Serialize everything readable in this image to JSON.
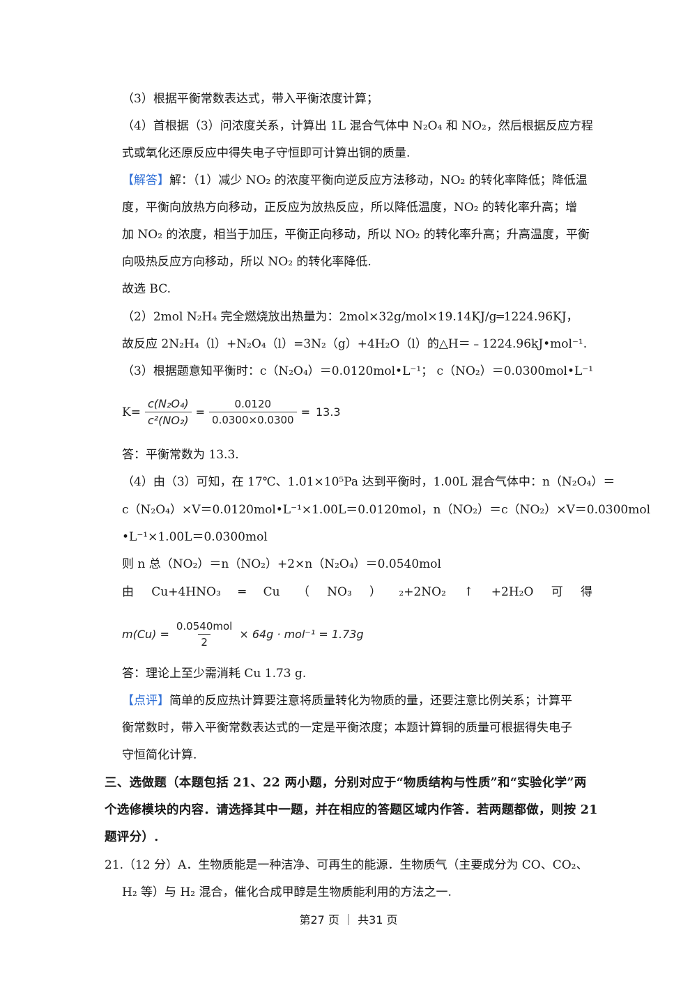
{
  "lines": {
    "l1": "（3）根据平衡常数表达式，带入平衡浓度计算；",
    "l2": "（4）首根据（3）问浓度关系，计算出 1L 混合气体中 N₂O₄ 和 NO₂，然后根据反应方程",
    "l3": "式或氧化还原反应中得失电子守恒即可计算出铜的质量.",
    "l4_tag": "【解答】",
    "l4": "解：（1）减少 NO₂ 的浓度平衡向逆反应方法移动，NO₂ 的转化率降低；降低温",
    "l5": "度，平衡向放热方向移动，正反应为放热反应，所以降低温度，NO₂ 的转化率升高；增",
    "l6": "加 NO₂ 的浓度，相当于加压，平衡正向移动，所以 NO₂ 的转化率升高；升高温度，平衡",
    "l7": "向吸热反应方向移动，所以 NO₂ 的转化率降低.",
    "l8": "故选 BC.",
    "l9": "（2）2mol N₂H₄ 完全燃烧放出热量为：2mol×32g/mol×19.14KJ/g═1224.96KJ，",
    "l10": "故反应 2N₂H₄（l）+N₂O₄（l）=3N₂（g）+4H₂O（l）的△H＝﹣1224.96kJ•mol⁻¹.",
    "l11": "（3）根据题意知平衡时：c（N₂O₄）＝0.0120mol•L⁻¹；  c（NO₂）＝0.0300mol•L⁻¹",
    "l12": "答：平衡常数为 13.3.",
    "l13": "（4）由（3）可知，在 17℃、1.01×10⁵Pa 达到平衡时，1.00L 混合气体中：n（N₂O₄）＝",
    "l14": "c（N₂O₄）×V＝0.0120mol•L⁻¹×1.00L＝0.0120mol，n（NO₂）＝c（NO₂）×V＝0.0300mol",
    "l15": "•L⁻¹×1.00L＝0.0300mol",
    "l16": "则 n 总（NO₂）＝n（NO₂）+2×n（N₂O₄）＝0.0540mol",
    "l18": "答：理论上至少需消耗 Cu 1.73 g.",
    "l19_tag": "【点评】",
    "l19": "简单的反应热计算要注意将质量转化为物质的量，还要注意比例关系；计算平",
    "l20": "衡常数时，带入平衡常数表达式的一定是平衡浓度；本题计算铜的质量可根据得失电子",
    "l21": "守恒简化计算.",
    "s1": "三、选做题（本题包括 21、22 两小题，分别对应于“物质结构与性质”和“实验化学”两",
    "s2": "个选修模块的内容．请选择其中一题，并在相应的答题区域内作答．若两题都做，则按 21",
    "s3": "题评分）.",
    "q1": "21.（12 分）A．生物质能是一种洁净、可再生的能源．生物质气（主要成分为 CO、CO₂、",
    "q2": "H₂ 等）与 H₂ 混合，催化合成甲醇是生物质能利用的方法之一."
  },
  "eq_line": [
    "由",
    "Cu+4HNO₃",
    "═",
    "Cu",
    "（",
    "NO₃",
    "）",
    "₂+2NO₂",
    "↑",
    "+2H₂O",
    "可",
    "得"
  ],
  "formula_k": {
    "lhs": "K=",
    "num1": "c(N₂O₄)",
    "den1": "c²(NO₂)",
    "eq1": "=",
    "num2": "0.0120",
    "den2": "0.0300×0.0300",
    "eq2": "=",
    "result": "13.3"
  },
  "formula_m": {
    "lhs": "m(Cu) =",
    "num": "0.0540mol",
    "den": "2",
    "rest": "× 64g · mol⁻¹ = 1.73g"
  },
  "footer": "第27 页 ｜ 共31 页"
}
